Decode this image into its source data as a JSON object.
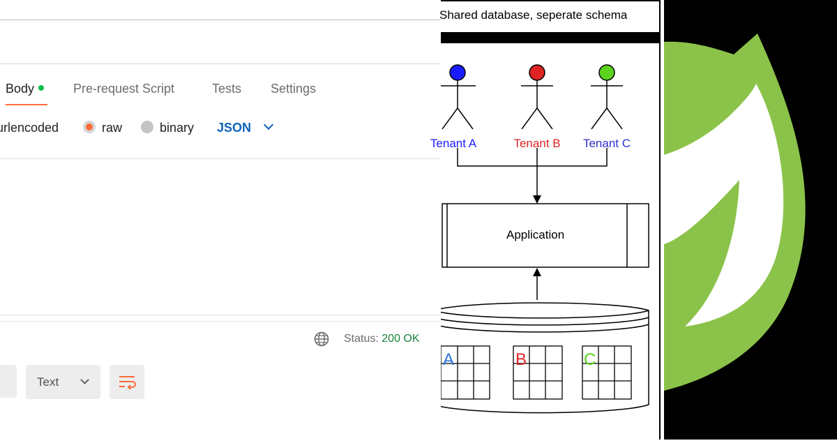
{
  "request_tabs": {
    "body": "Body",
    "pre_request": "Pre-request Script",
    "tests": "Tests",
    "settings": "Settings"
  },
  "body_options": {
    "urlencoded": "urlencoded",
    "raw": "raw",
    "binary": "binary",
    "selected_type": "JSON"
  },
  "response": {
    "status_label": "Status:",
    "status_value": "200 OK",
    "format_label": "Text"
  },
  "diagram": {
    "title": "Shared database, seperate schema",
    "tenants": [
      {
        "label": "Tenant A",
        "color": "#1a1aff"
      },
      {
        "label": "Tenant B",
        "color": "#e02424"
      },
      {
        "label": "Tenant C",
        "color": "#5bd31f"
      }
    ],
    "app_label": "Application",
    "schemas": [
      {
        "label": "A",
        "color": "#2a73d9"
      },
      {
        "label": "B",
        "color": "#e02424"
      },
      {
        "label": "C",
        "color": "#5bd31f"
      }
    ]
  },
  "colors": {
    "accent": "#ff6c37",
    "success": "#0cbb52",
    "link_blue": "#0f62b8",
    "spring_green": "#8bc34a"
  }
}
